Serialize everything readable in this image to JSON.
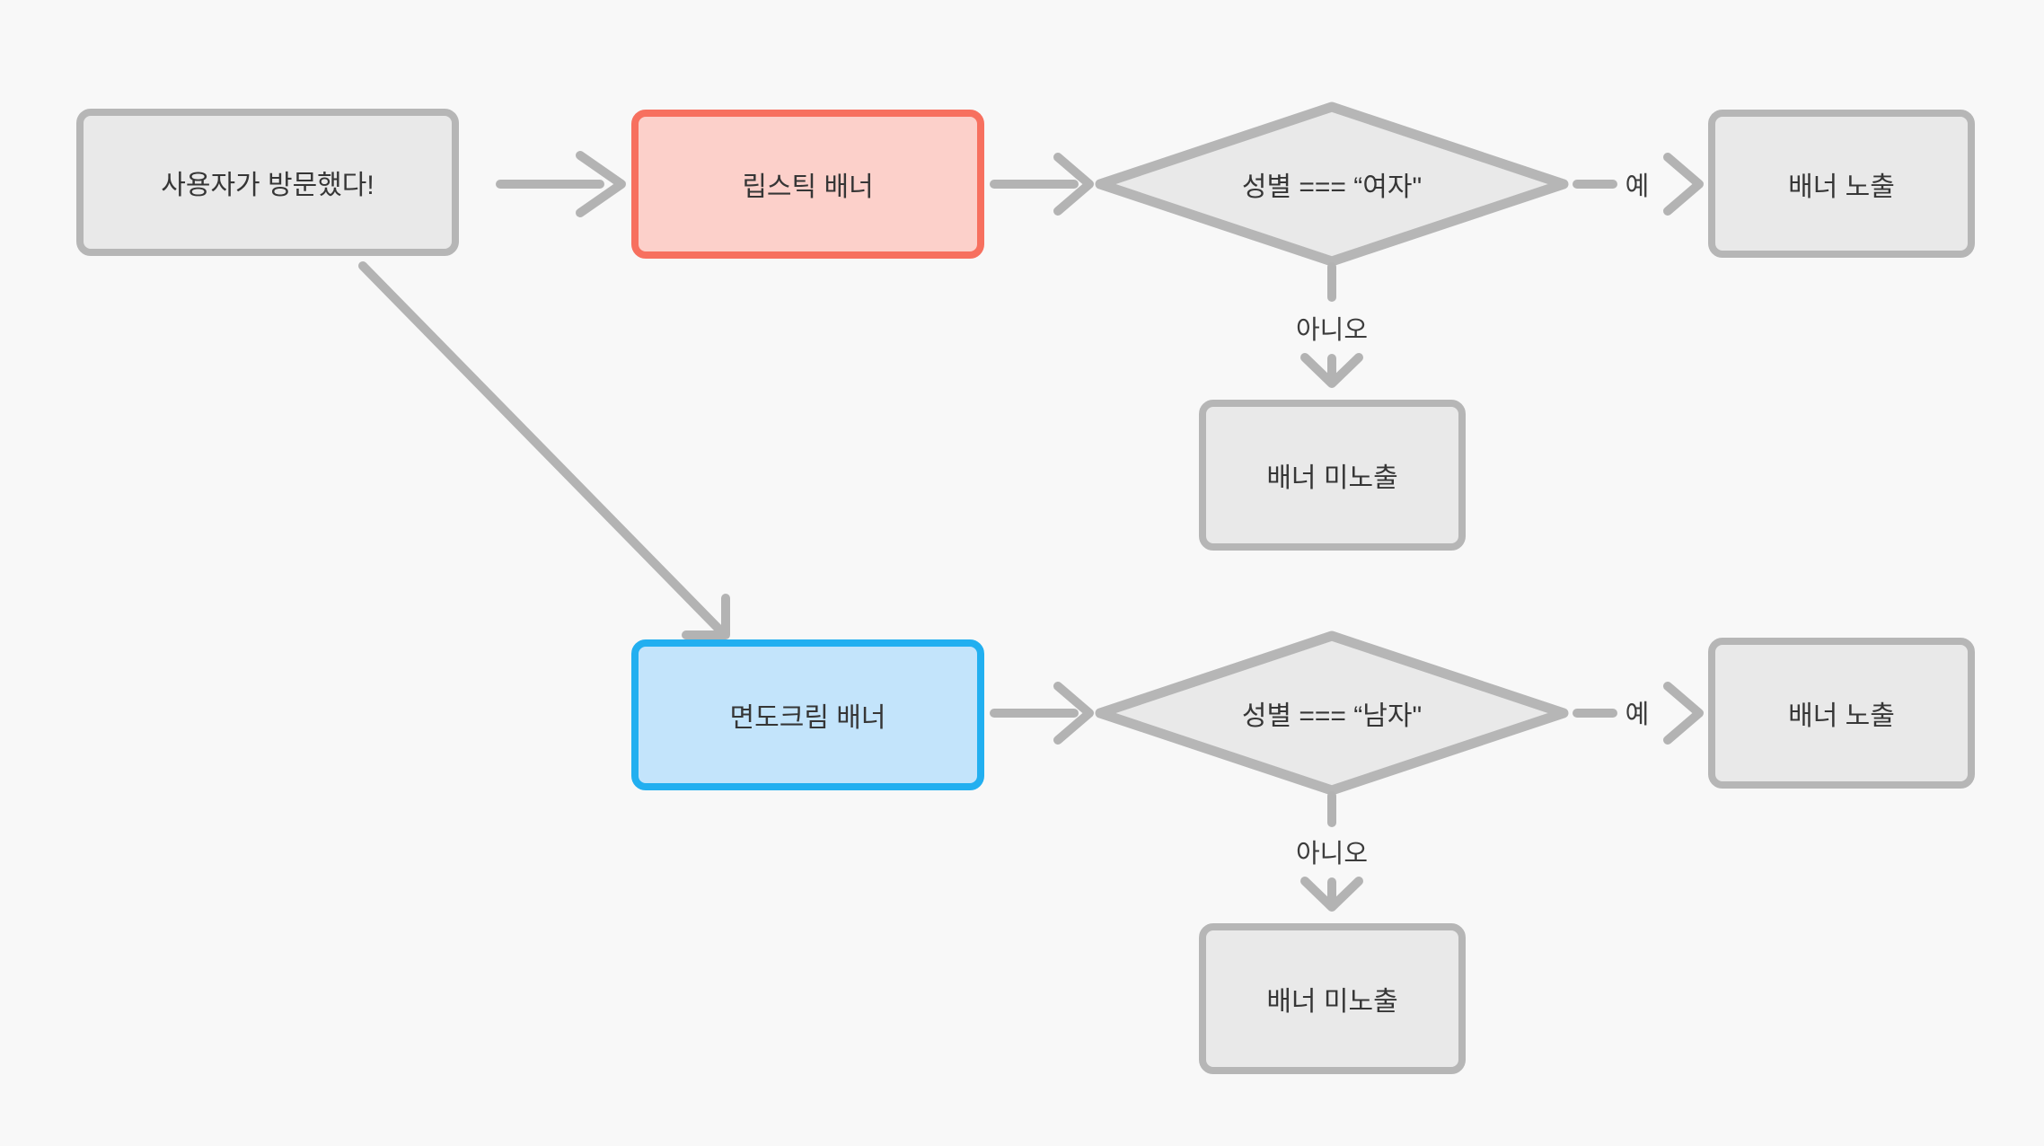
{
  "nodes": {
    "start": {
      "label": "사용자가 방문했다!"
    },
    "lipstick": {
      "label": "립스틱 배너"
    },
    "cond_female": {
      "label": "성별 === “여자\""
    },
    "show_female": {
      "label": "배너 노출"
    },
    "hide_female": {
      "label": "배너 미노출"
    },
    "shaving": {
      "label": "면도크림 배너"
    },
    "cond_male": {
      "label": "성별 === “남자\""
    },
    "show_male": {
      "label": "배너 노출"
    },
    "hide_male": {
      "label": "배너 미노출"
    }
  },
  "edges": {
    "yes_female": "예",
    "no_female": "아니오",
    "yes_male": "예",
    "no_male": "아니오"
  },
  "colors": {
    "background": "#f8f8f8",
    "node_fill": "#e9e9e9",
    "node_border": "#b6b6b6",
    "connector": "#b3b3b3",
    "text": "#363636",
    "red_border": "#f7705f",
    "red_fill": "#fcd0ca",
    "blue_border": "#22aff0",
    "blue_fill": "#c3e4fb"
  }
}
